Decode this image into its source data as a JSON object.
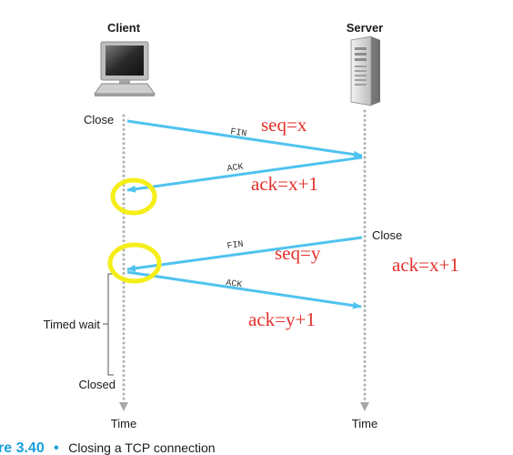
{
  "client": {
    "label": "Client",
    "close": "Close",
    "timed_wait": "Timed wait",
    "closed": "Closed",
    "time": "Time"
  },
  "server": {
    "label": "Server",
    "close": "Close",
    "time": "Time"
  },
  "messages": {
    "fin1": "FIN",
    "ack1": "ACK",
    "fin2": "FIN",
    "ack2": "ACK"
  },
  "annotations": {
    "seq_x": "seq=x",
    "ack_x1_left": "ack=x+1",
    "seq_y": "seq=y",
    "ack_x1_right": "ack=x+1",
    "ack_y1": "ack=y+1"
  },
  "caption": {
    "number": "re 3.40",
    "bullet": "•",
    "text": "Closing a TCP connection"
  },
  "colors": {
    "arrow": "#4fc3f0",
    "highlight": "#f5ee1a",
    "annotation": "#e2302a",
    "caption_number": "#1aa0dc"
  }
}
